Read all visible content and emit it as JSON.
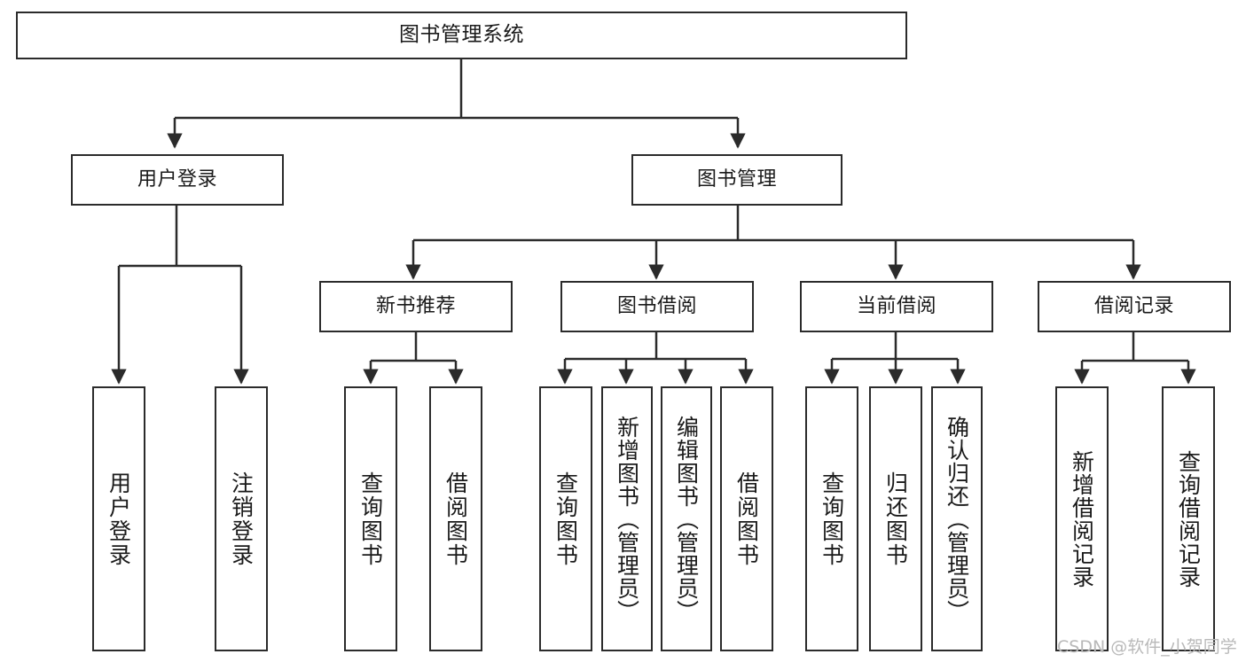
{
  "diagram": {
    "title": "图书管理系统",
    "type": "hierarchy-tree",
    "line_color": "#2b2b2b",
    "background_color": "#ffffff",
    "text_color": "#1a1a1a"
  },
  "root": {
    "label": "图书管理系统"
  },
  "level2": [
    {
      "label": "用户登录"
    },
    {
      "label": "图书管理"
    }
  ],
  "level3": [
    {
      "label": "新书推荐"
    },
    {
      "label": "图书借阅"
    },
    {
      "label": "当前借阅"
    },
    {
      "label": "借阅记录"
    }
  ],
  "leaves": {
    "user_login": [
      {
        "label": "用户登录"
      },
      {
        "label": "注销登录"
      }
    ],
    "new_book_recommend": [
      {
        "label": "查询图书"
      },
      {
        "label": "借阅图书"
      }
    ],
    "book_borrow": [
      {
        "label": "查询图书"
      },
      {
        "label": "新增图书（管理员）"
      },
      {
        "label": "编辑图书（管理员）"
      },
      {
        "label": "借阅图书"
      }
    ],
    "current_borrow": [
      {
        "label": "查询图书"
      },
      {
        "label": "归还图书"
      },
      {
        "label": "确认归还（管理员）"
      }
    ],
    "borrow_record": [
      {
        "label": "新增借阅记录"
      },
      {
        "label": "查询借阅记录"
      }
    ]
  },
  "watermark": {
    "text": "CSDN @软件_小贺同学"
  }
}
